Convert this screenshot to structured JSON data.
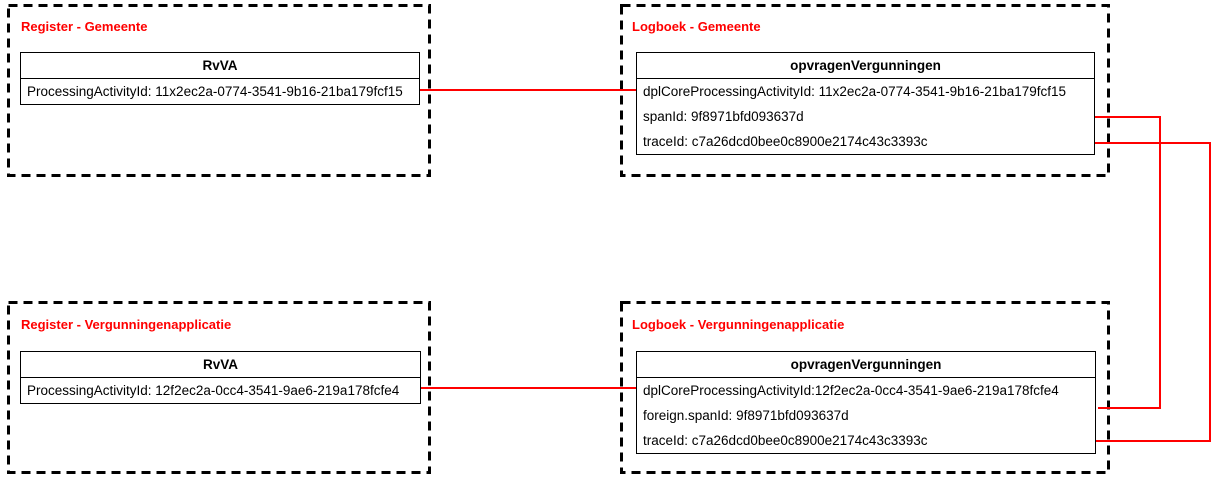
{
  "colors": {
    "connector_red": "#ff0000",
    "border_black": "#000000",
    "background": "#ffffff"
  },
  "groups": [
    {
      "title": "Register - Gemeente",
      "table": {
        "header": "RvVA",
        "rows": [
          "ProcessingActivityId: 11x2ec2a-0774-3541-9b16-21ba179fcf15"
        ]
      }
    },
    {
      "title": "Logboek - Gemeente",
      "table": {
        "header": "opvragenVergunningen",
        "rows": [
          "dplCoreProcessingActivityId: 11x2ec2a-0774-3541-9b16-21ba179fcf15",
          "spanId: 9f8971bfd093637d",
          "traceId: c7a26dcd0bee0c8900e2174c43c3393c"
        ]
      }
    },
    {
      "title": "Register - Vergunningenapplicatie",
      "table": {
        "header": "RvVA",
        "rows": [
          "ProcessingActivityId: 12f2ec2a-0cc4-3541-9ae6-219a178fcfe4"
        ]
      }
    },
    {
      "title": "Logboek - Vergunningenapplicatie",
      "table": {
        "header": "opvragenVergunningen",
        "rows": [
          "dplCoreProcessingActivityId:12f2ec2a-0cc4-3541-9ae6-219a178fcfe4",
          "foreign.spanId: 9f8971bfd093637d",
          "traceId: c7a26dcd0bee0c8900e2174c43c3393c"
        ]
      }
    }
  ],
  "connections": [
    {
      "from": "Register - Gemeente / ProcessingActivityId",
      "to": "Logboek - Gemeente / dplCoreProcessingActivityId"
    },
    {
      "from": "Register - Vergunningenapplicatie / ProcessingActivityId",
      "to": "Logboek - Vergunningenapplicatie / dplCoreProcessingActivityId"
    },
    {
      "from": "Logboek - Gemeente / spanId",
      "to": "Logboek - Vergunningenapplicatie / foreign.spanId"
    },
    {
      "from": "Logboek - Gemeente / traceId",
      "to": "Logboek - Vergunningenapplicatie / traceId"
    }
  ]
}
